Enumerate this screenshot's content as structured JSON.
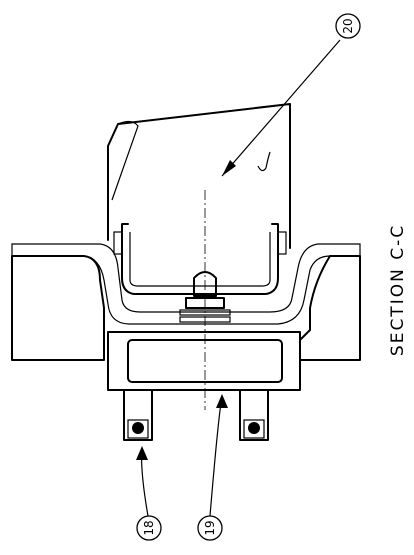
{
  "section_label": "SECTION C-C",
  "callouts": [
    {
      "id": "callout-18",
      "label": "18"
    },
    {
      "id": "callout-19",
      "label": "19"
    },
    {
      "id": "callout-20",
      "label": "20"
    }
  ]
}
